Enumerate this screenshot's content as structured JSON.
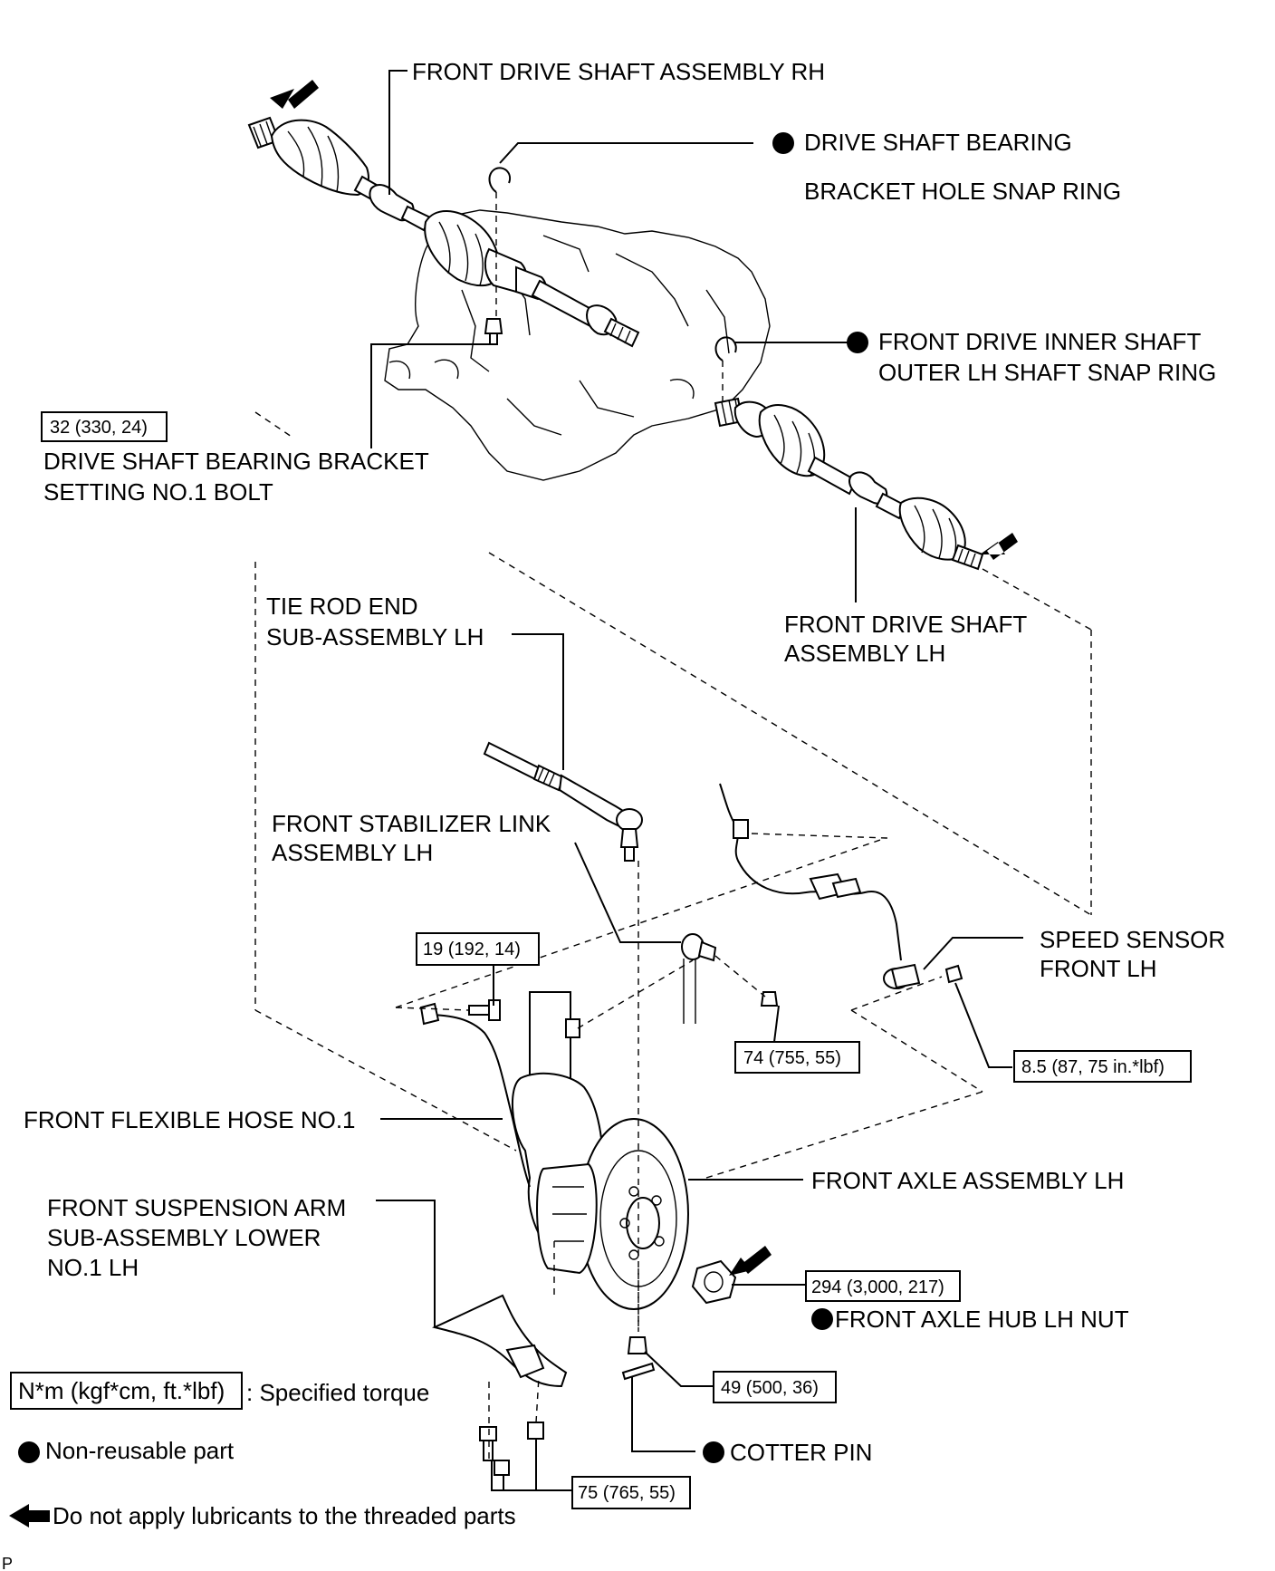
{
  "labels": {
    "front_drive_shaft_rh": "FRONT DRIVE SHAFT ASSEMBLY RH",
    "drive_shaft_bearing_snap_ring_1": "DRIVE SHAFT BEARING",
    "drive_shaft_bearing_snap_ring_2": "BRACKET HOLE SNAP RING",
    "inner_shaft_snap_ring_1": "FRONT DRIVE INNER SHAFT",
    "inner_shaft_snap_ring_2": "OUTER LH SHAFT SNAP RING",
    "bearing_bracket_bolt_1": "DRIVE SHAFT BEARING BRACKET",
    "bearing_bracket_bolt_2": "SETTING NO.1 BOLT",
    "front_drive_shaft_lh_1": "FRONT DRIVE SHAFT",
    "front_drive_shaft_lh_2": "ASSEMBLY LH",
    "tie_rod_end_1": "TIE ROD END",
    "tie_rod_end_2": "SUB-ASSEMBLY LH",
    "stabilizer_link_1": "FRONT STABILIZER LINK",
    "stabilizer_link_2": "ASSEMBLY LH",
    "speed_sensor_1": "SPEED SENSOR",
    "speed_sensor_2": "FRONT LH",
    "flexible_hose": "FRONT FLEXIBLE HOSE NO.1",
    "front_axle": "FRONT AXLE ASSEMBLY LH",
    "suspension_arm_1": "FRONT SUSPENSION ARM",
    "suspension_arm_2": "SUB-ASSEMBLY LOWER",
    "suspension_arm_3": "NO.1 LH",
    "hub_nut": "FRONT AXLE HUB LH NUT",
    "cotter_pin": "COTTER PIN",
    "corner_mark": "P"
  },
  "torques": {
    "bearing_bolt": "32 (330, 24)",
    "stabilizer_bracket_bolt": "19 (192, 14)",
    "stabilizer_nut": "74 (755, 55)",
    "speed_sensor_bolt": "8.5 (87, 75 in.*lbf)",
    "hub_nut": "294 (3,000, 217)",
    "tie_rod_nut": "49 (500, 36)",
    "arm_bolts": "75 (765, 55)"
  },
  "legend": {
    "torque_unit": "N*m (kgf*cm, ft.*lbf)",
    "torque_desc": ": Specified torque",
    "non_reusable": "Non-reusable part",
    "no_lubricant": "Do not apply lubricants to the threaded parts"
  }
}
